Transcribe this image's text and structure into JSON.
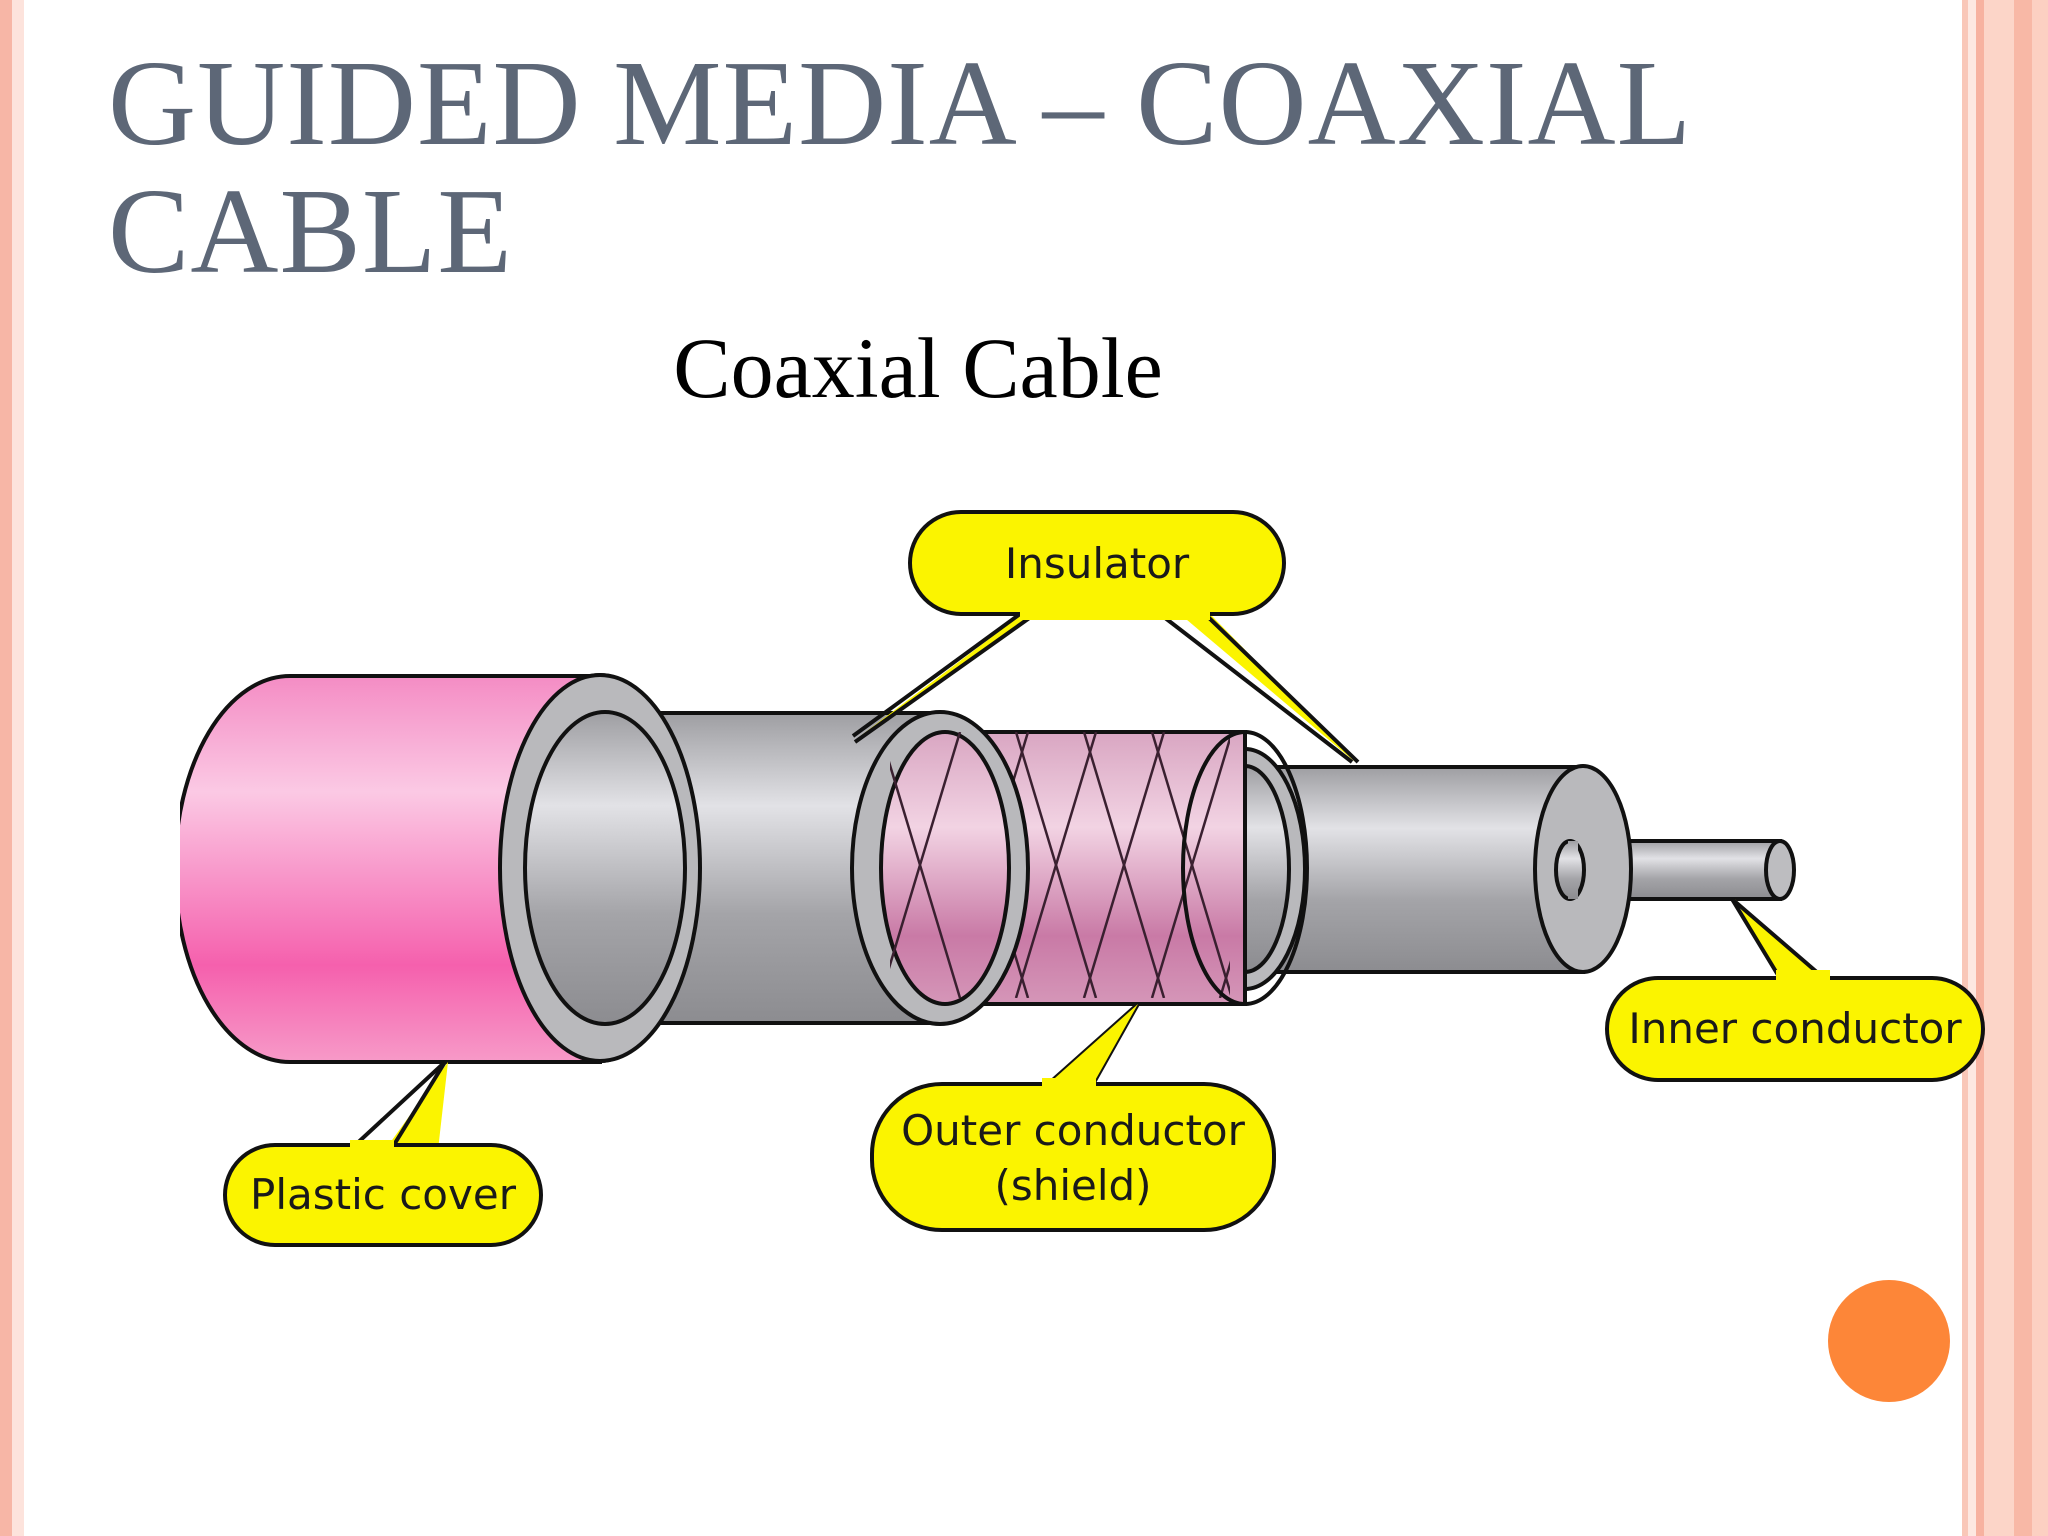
{
  "slide": {
    "title": "GUIDED MEDIA – COAXIAL CABLE",
    "subtitle": "Coaxial Cable"
  },
  "diagram": {
    "callouts": {
      "insulator": "Insulator",
      "plastic_cover": "Plastic cover",
      "outer_conductor_line1": "Outer conductor",
      "outer_conductor_line2": "(shield)",
      "inner_conductor": "Inner conductor"
    },
    "colors": {
      "callout_fill": "#fbf400",
      "plastic_cover": "#f56bb5",
      "shield": "#d890b4",
      "insulator": "#b9b9bc",
      "accent_dot": "#fd8638",
      "title": "#5d6777"
    }
  }
}
